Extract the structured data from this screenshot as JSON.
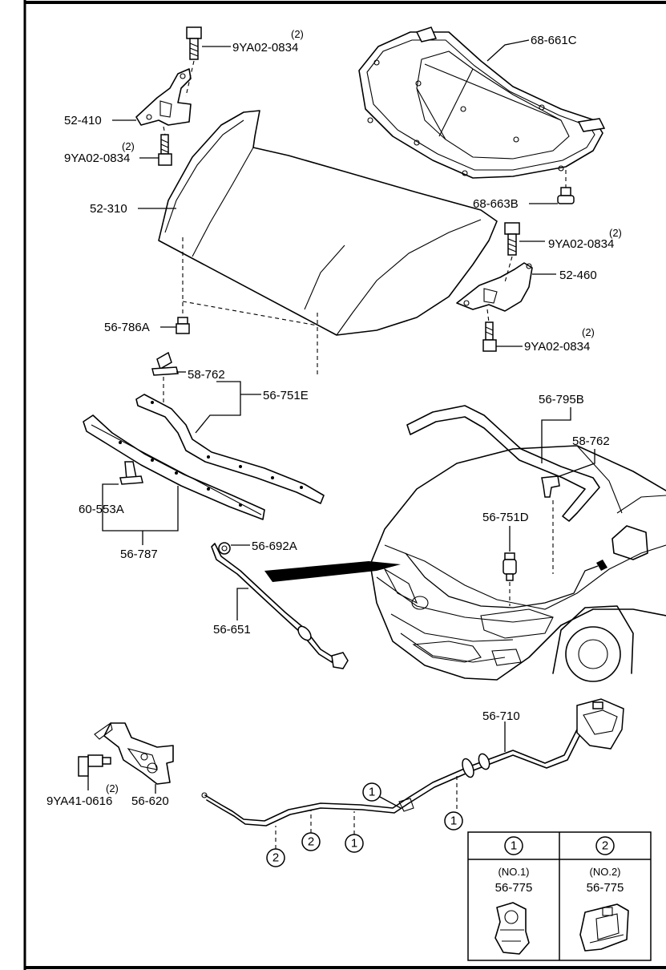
{
  "labels": {
    "bolt_hinge_left_top": "9YA02-0834",
    "bolt_hinge_left_top_qty": "(2)",
    "hinge_left": "52-410",
    "bolt_hinge_left_bottom": "9YA02-0834",
    "bolt_hinge_left_bottom_qty": "(2)",
    "hood": "52-310",
    "insulator": "68-661C",
    "insulator_clip": "68-663B",
    "bolt_hinge_right_top": "9YA02-0834",
    "bolt_hinge_right_top_qty": "(2)",
    "hinge_right": "52-460",
    "bolt_hinge_right_bottom": "9YA02-0834",
    "bolt_hinge_right_bottom_qty": "(2)",
    "bumper_stop": "56-786A",
    "clip_seal_front": "58-762",
    "seal_front": "56-751E",
    "seal_rear": "56-795B",
    "clip_seal_rear": "58-762",
    "clip_strip": "60-553A",
    "strip": "56-787",
    "cushion": "56-751D",
    "grommet": "56-692A",
    "stay": "56-651",
    "release_cable": "56-710",
    "lock_bolt": "9YA41-0616",
    "lock_bolt_qty": "(2)",
    "hood_lock": "56-620"
  },
  "callouts": {
    "one": "1",
    "two": "2"
  },
  "legend": {
    "col1_ref": "1",
    "col1_name": "(NO.1)",
    "col1_part": "56-775",
    "col2_ref": "2",
    "col2_name": "(NO.2)",
    "col2_part": "56-775"
  }
}
